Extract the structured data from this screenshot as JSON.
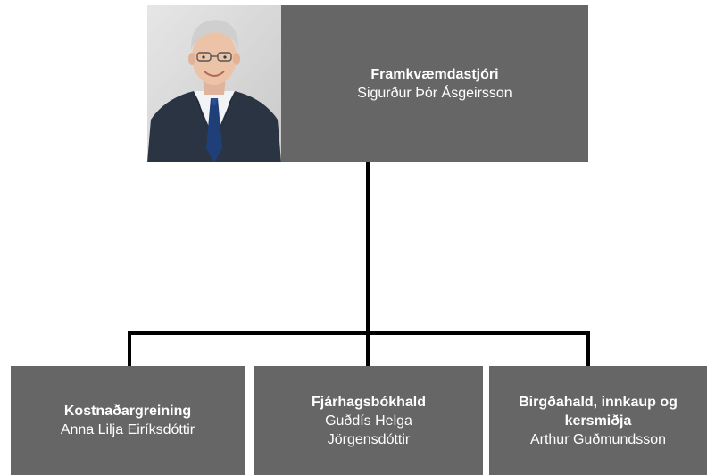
{
  "top": {
    "title": "Framkvæmdastjóri",
    "name": "Sigurður Þór Ásgeirsson"
  },
  "children": [
    {
      "title": "Kostnaðargreining",
      "name": "Anna Lilja Eiríksdóttir"
    },
    {
      "title": "Fjárhagsbókhald",
      "name": "Guðdís Helga Jörgensdóttir"
    },
    {
      "title": "Birgðahald, innkaup og kersmiðja",
      "name": "Arthur Guðmundsson"
    }
  ],
  "colors": {
    "box_fill": "#666666",
    "box_text": "#ffffff",
    "connector": "#000000"
  }
}
